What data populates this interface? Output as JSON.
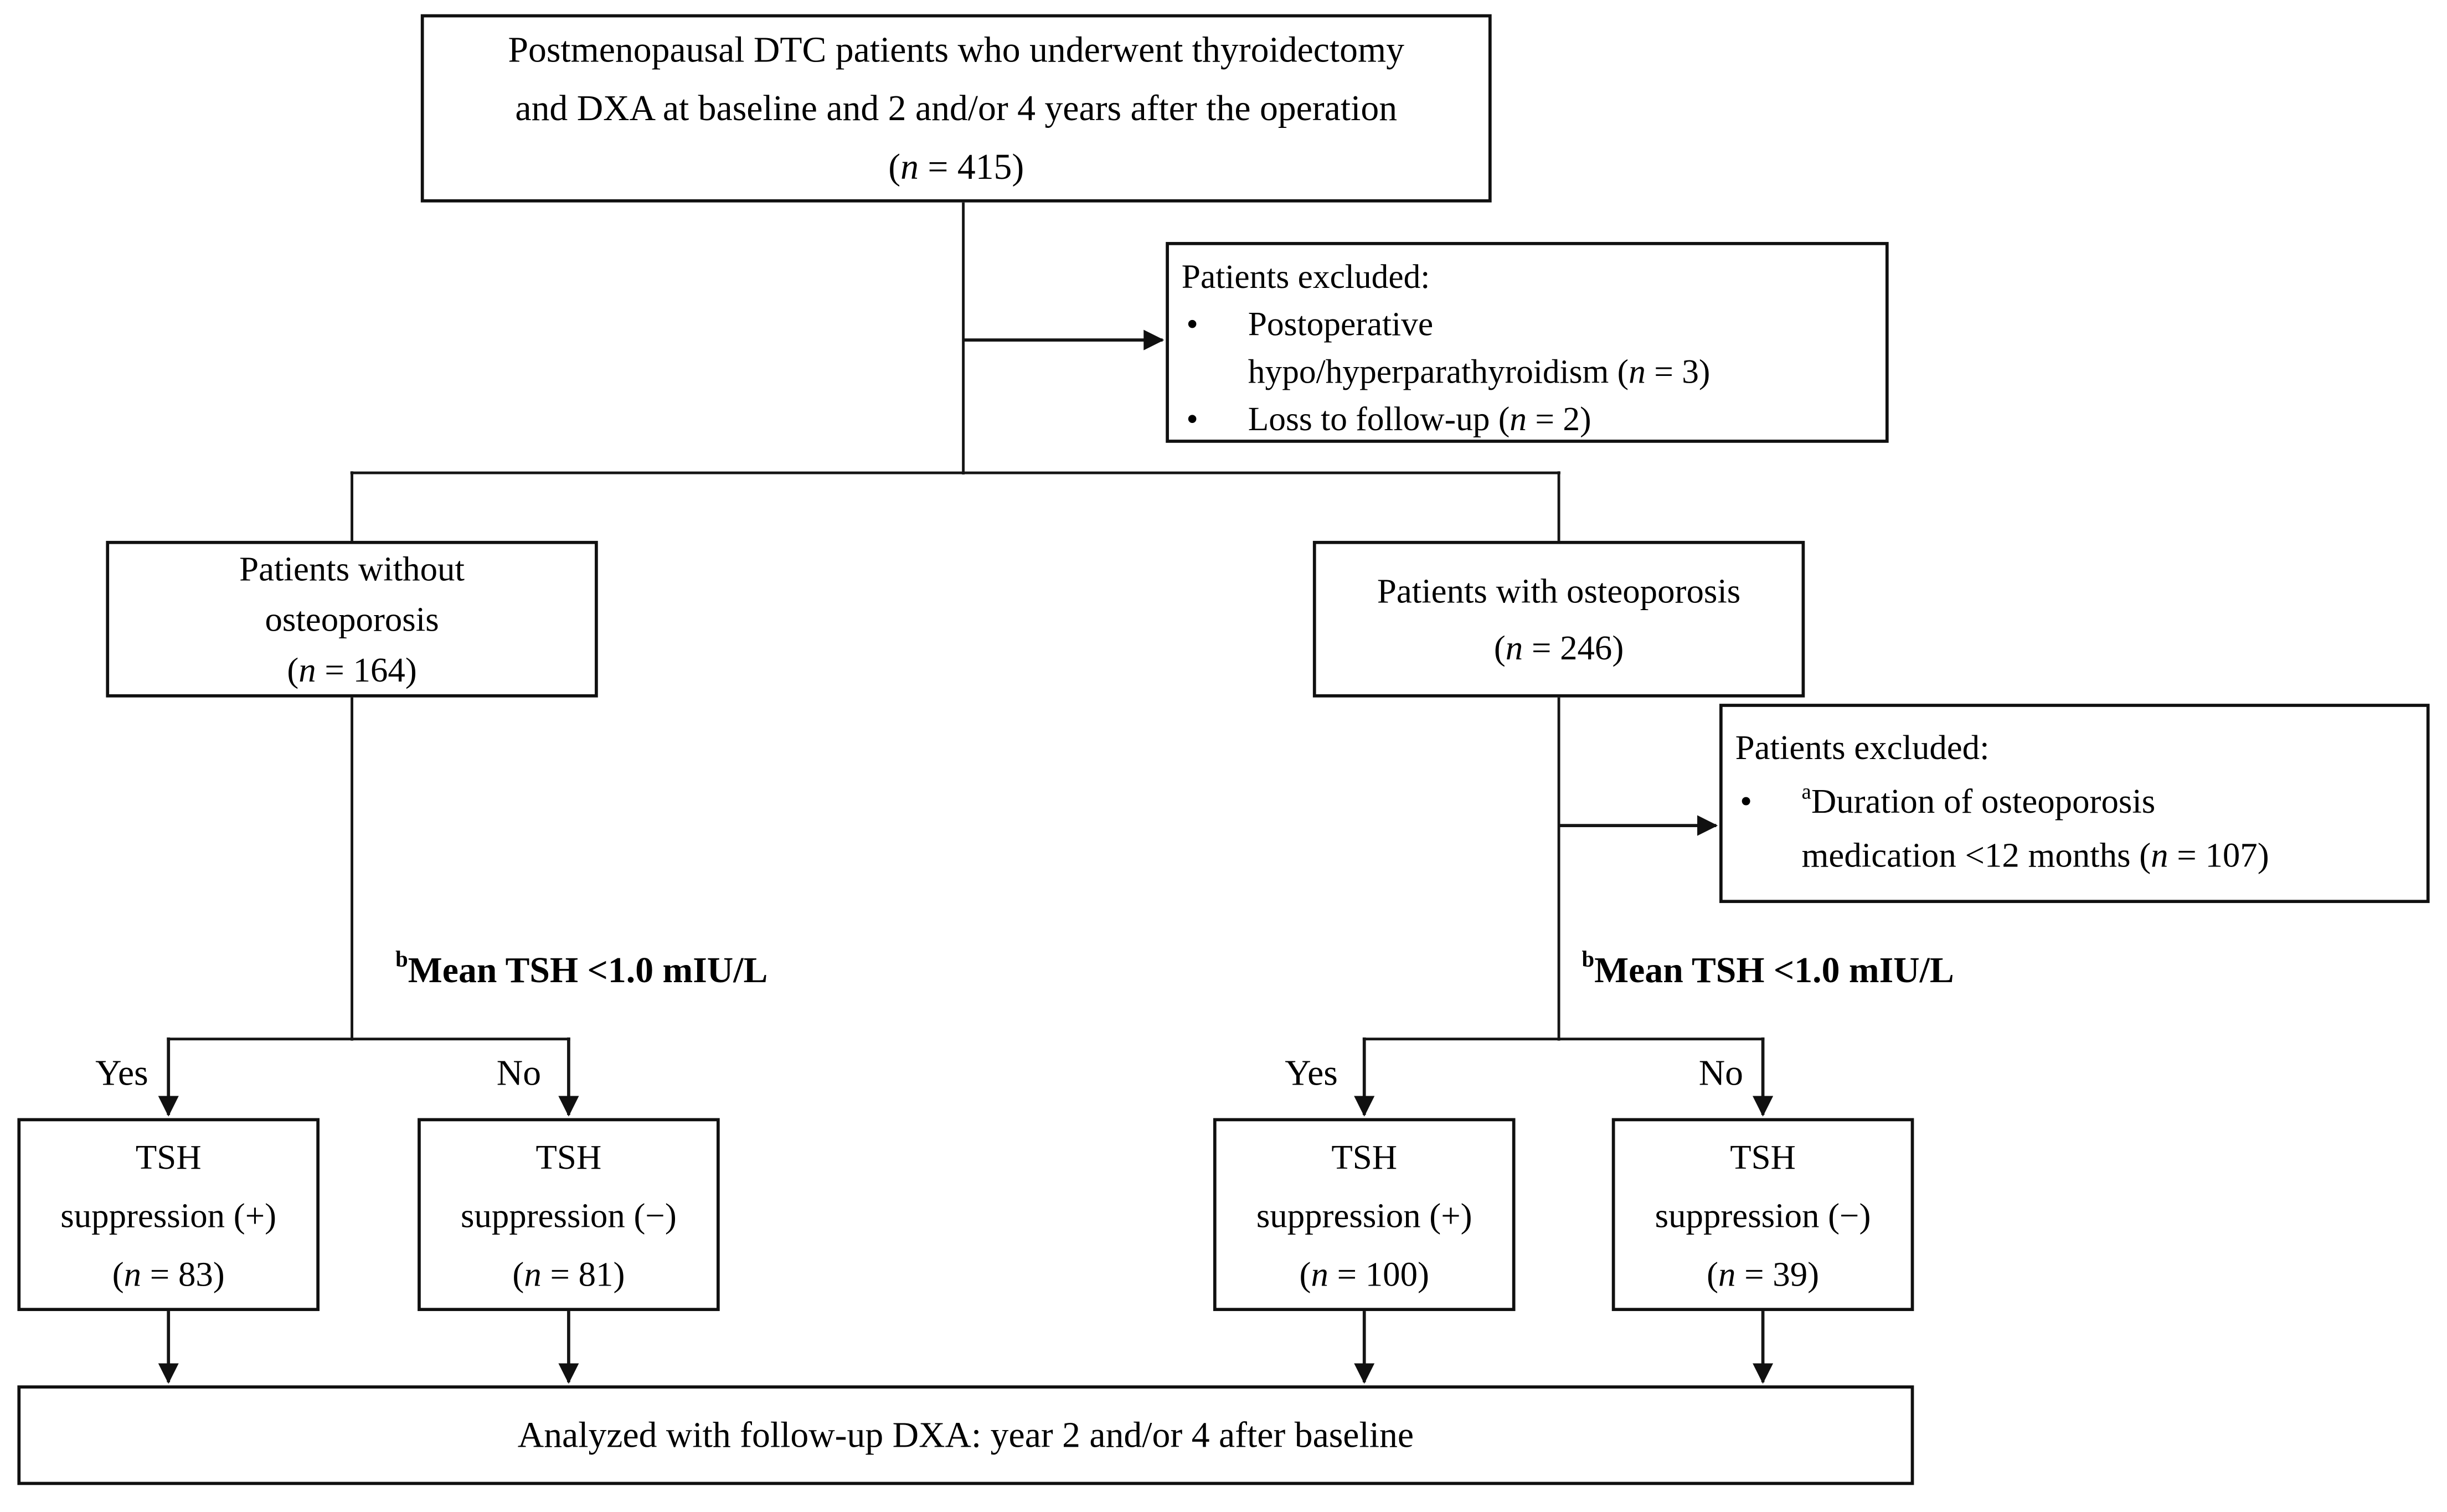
{
  "flowchart": {
    "root": {
      "line1": "Postmenopausal DTC patients who underwent thyroidectomy",
      "line2": "and DXA at baseline and 2 and/or 4 years after the operation",
      "n_open": "(",
      "n_var": "n",
      "n_rest": " = 415)"
    },
    "excluded_top": {
      "title": "Patients excluded:",
      "bullet_glyph": "•",
      "item1_line1": "Postoperative",
      "item1_line2_pre": "hypo/hyperparathyroidism (",
      "item1_n": "n",
      "item1_post": " = 3)",
      "item2_pre": "Loss to follow-up (",
      "item2_n": "n",
      "item2_post": " = 2)"
    },
    "without_osteoporosis": {
      "line1": "Patients without",
      "line2": "osteoporosis",
      "n_open": "(",
      "n_var": "n",
      "n_rest": " = 164)"
    },
    "with_osteoporosis": {
      "line1": "Patients with osteoporosis",
      "n_open": "(",
      "n_var": "n",
      "n_rest": " = 246)"
    },
    "excluded_right": {
      "title": "Patients excluded:",
      "bullet_glyph": "•",
      "item1_sup": "a",
      "item1_line1": "Duration of osteoporosis",
      "item1_line2_pre": "medication <12 months (",
      "item1_n": "n",
      "item1_post": " = 107)"
    },
    "condition": {
      "sup": "b",
      "text": "Mean TSH <1.0 mIU/L"
    },
    "yes_label": "Yes",
    "no_label": "No",
    "tsh_boxes": [
      {
        "line1": "TSH",
        "line2": "suppression (+)",
        "n_open": "(",
        "n_var": "n",
        "n_rest": " = 83)"
      },
      {
        "line1": "TSH",
        "line2": "suppression (−)",
        "n_open": "(",
        "n_var": "n",
        "n_rest": " = 81)"
      },
      {
        "line1": "TSH",
        "line2": "suppression (+)",
        "n_open": "(",
        "n_var": "n",
        "n_rest": " = 100)"
      },
      {
        "line1": "TSH",
        "line2": "suppression (−)",
        "n_open": "(",
        "n_var": "n",
        "n_rest": " = 39)"
      }
    ],
    "final": {
      "text": "Analyzed with follow-up DXA: year 2 and/or 4 after baseline"
    }
  }
}
